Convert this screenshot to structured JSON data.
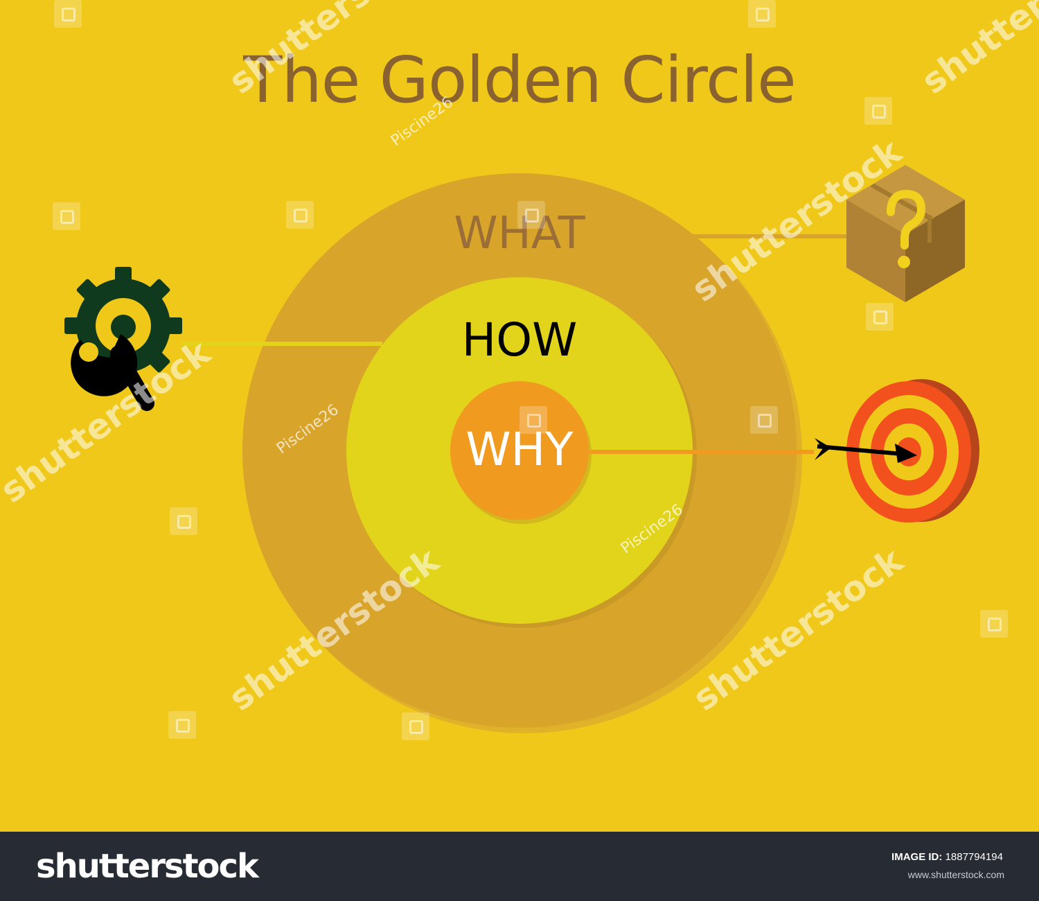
{
  "title": "The Golden Circle",
  "rings": {
    "outer_label": "WHAT",
    "middle_label": "HOW",
    "inner_label": "WHY"
  },
  "icons": {
    "what": "mystery-box-icon",
    "how": "gear-wrench-icon",
    "why": "target-arrow-icon"
  },
  "colors": {
    "background": "#f0c81a",
    "outer_ring": "#d8a42a",
    "middle_ring": "#e2d41a",
    "inner_circle": "#f09b20",
    "title": "#8a6230"
  },
  "watermark": {
    "brand": "shutterstock",
    "contributor": "Piscine26"
  },
  "footer": {
    "logo": "shutterstock",
    "image_id_label": "IMAGE ID:",
    "image_id": "1887794194",
    "url": "www.shutterstock.com"
  }
}
